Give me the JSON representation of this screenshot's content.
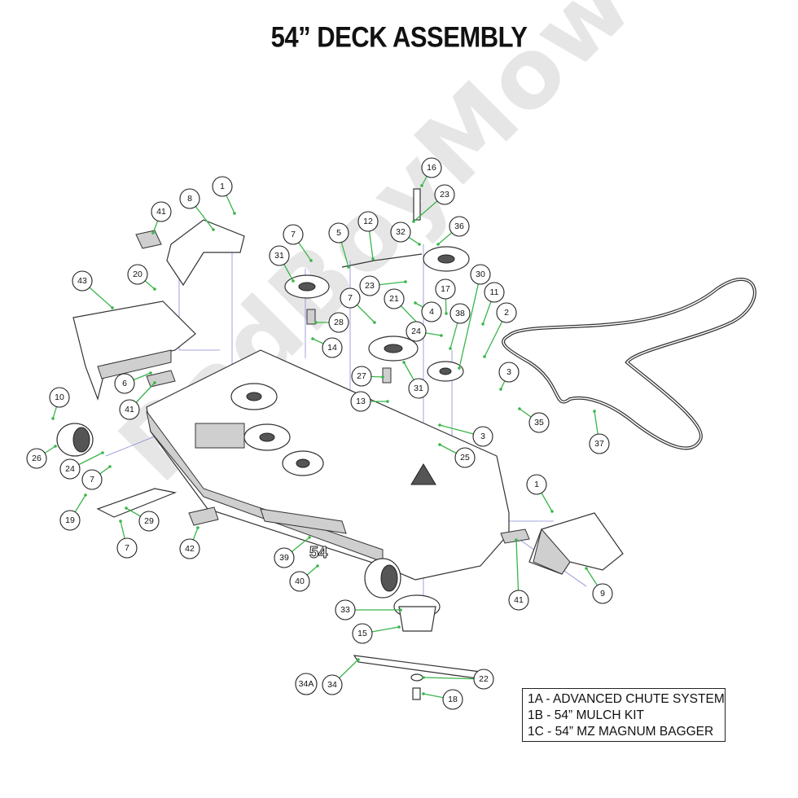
{
  "title": "54” DECK ASSEMBLY",
  "watermark": "BadBoyMowerParts.com",
  "deck_stamp": "54",
  "legend": [
    "1A - ADVANCED CHUTE SYSTEM",
    "1B - 54” MULCH KIT",
    "1C - 54” MZ MAGNUM BAGGER"
  ],
  "callouts": [
    {
      "id": "c1a",
      "label": "1"
    },
    {
      "id": "c1b",
      "label": "1"
    },
    {
      "id": "c2",
      "label": "2"
    },
    {
      "id": "c3a",
      "label": "3"
    },
    {
      "id": "c3b",
      "label": "3"
    },
    {
      "id": "c4",
      "label": "4"
    },
    {
      "id": "c5",
      "label": "5"
    },
    {
      "id": "c6",
      "label": "6"
    },
    {
      "id": "c7a",
      "label": "7"
    },
    {
      "id": "c7b",
      "label": "7"
    },
    {
      "id": "c7c",
      "label": "7"
    },
    {
      "id": "c7d",
      "label": "7"
    },
    {
      "id": "c8",
      "label": "8"
    },
    {
      "id": "c9",
      "label": "9"
    },
    {
      "id": "c10",
      "label": "10"
    },
    {
      "id": "c11",
      "label": "11"
    },
    {
      "id": "c12",
      "label": "12"
    },
    {
      "id": "c13",
      "label": "13"
    },
    {
      "id": "c14",
      "label": "14"
    },
    {
      "id": "c15",
      "label": "15"
    },
    {
      "id": "c16",
      "label": "16"
    },
    {
      "id": "c17",
      "label": "17"
    },
    {
      "id": "c18",
      "label": "18"
    },
    {
      "id": "c19",
      "label": "19"
    },
    {
      "id": "c20",
      "label": "20"
    },
    {
      "id": "c21",
      "label": "21"
    },
    {
      "id": "c22",
      "label": "22"
    },
    {
      "id": "c23a",
      "label": "23"
    },
    {
      "id": "c23b",
      "label": "23"
    },
    {
      "id": "c24a",
      "label": "24"
    },
    {
      "id": "c24b",
      "label": "24"
    },
    {
      "id": "c25",
      "label": "25"
    },
    {
      "id": "c26",
      "label": "26"
    },
    {
      "id": "c27",
      "label": "27"
    },
    {
      "id": "c28",
      "label": "28"
    },
    {
      "id": "c29",
      "label": "29"
    },
    {
      "id": "c30",
      "label": "30"
    },
    {
      "id": "c31a",
      "label": "31"
    },
    {
      "id": "c31b",
      "label": "31"
    },
    {
      "id": "c32",
      "label": "32"
    },
    {
      "id": "c33",
      "label": "33"
    },
    {
      "id": "c34",
      "label": "34"
    },
    {
      "id": "c34a",
      "label": "34A"
    },
    {
      "id": "c35",
      "label": "35"
    },
    {
      "id": "c36",
      "label": "36"
    },
    {
      "id": "c37",
      "label": "37"
    },
    {
      "id": "c38",
      "label": "38"
    },
    {
      "id": "c39",
      "label": "39"
    },
    {
      "id": "c40",
      "label": "40"
    },
    {
      "id": "c41a",
      "label": "41"
    },
    {
      "id": "c41b",
      "label": "41"
    },
    {
      "id": "c41c",
      "label": "41"
    },
    {
      "id": "c42",
      "label": "42"
    },
    {
      "id": "c43",
      "label": "43"
    }
  ]
}
